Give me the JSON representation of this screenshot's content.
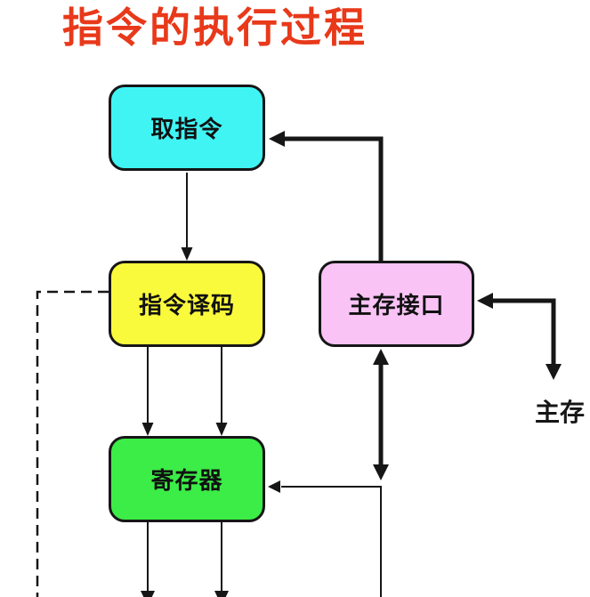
{
  "title": {
    "text": "指令的执行过程",
    "color": "#e8391a"
  },
  "nodes": {
    "fetch": {
      "label": "取指令",
      "fill": "#40f4f4"
    },
    "decode": {
      "label": "指令译码",
      "fill": "#fafa3c"
    },
    "mem_interface": {
      "label": "主存接口",
      "fill": "#f9c3f6"
    },
    "registers": {
      "label": "寄存器",
      "fill": "#3cec47"
    }
  },
  "floating_labels": {
    "main_memory": {
      "text": "主存"
    }
  },
  "edges": [
    {
      "from": "取指令",
      "to": "指令译码",
      "style": "thin solid",
      "arrowheads": "to",
      "lines": 1
    },
    {
      "from": "指令译码",
      "to": "寄存器",
      "style": "thin solid",
      "arrowheads": "to",
      "lines": 2
    },
    {
      "from": "主存接口",
      "to": "取指令",
      "style": "thick solid",
      "arrowheads": "to",
      "lines": 1
    },
    {
      "from": "主存接口",
      "to": "bus-below-interface",
      "style": "thick solid",
      "arrowheads": "both",
      "lines": 1
    },
    {
      "from": "bus-below-interface",
      "to": "寄存器",
      "style": "thin solid",
      "arrowheads": "to",
      "lines": 1,
      "note": "continues downward off bottom edge"
    },
    {
      "from": "主存接口",
      "to": "主存",
      "style": "thick solid",
      "arrowheads": "both",
      "lines": 1
    },
    {
      "from": "指令译码",
      "to": "off-screen bottom-left",
      "style": "dashed",
      "arrowheads": "none",
      "lines": 1
    },
    {
      "from": "寄存器",
      "to": "off-screen bottom",
      "style": "thin solid",
      "arrowheads": "to (clipped at bottom edge)",
      "lines": 2
    }
  ],
  "colors": {
    "line": "#161616",
    "node_border": "#161616",
    "background": "#ffffff"
  }
}
